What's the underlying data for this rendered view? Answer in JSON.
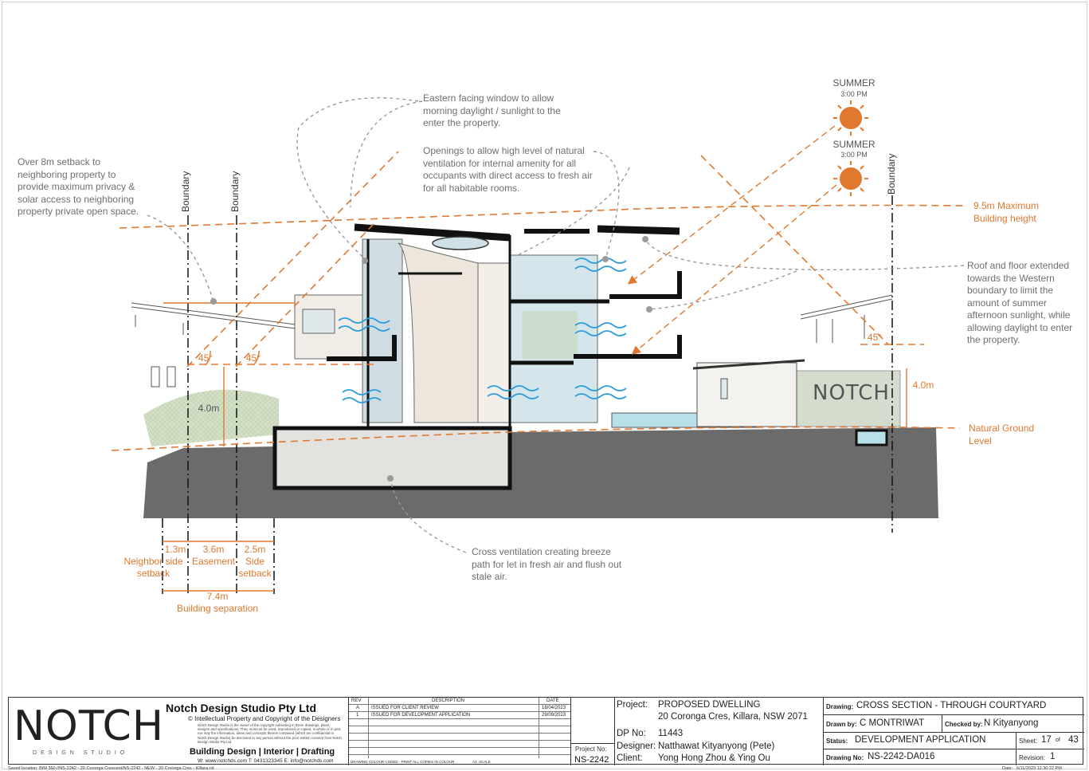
{
  "colors": {
    "orange": "#e0782f",
    "grey_text": "#6f6f6f",
    "ground": "#6b6b6b",
    "sun": "#e0782f",
    "air_arrows": "#2a9de0"
  },
  "annotations": {
    "setback_note": "Over 8m setback to neighboring property to provide maximum privacy & solar access to neighboring property private open space.",
    "eastern_window": "Eastern facing window to allow morning daylight / sunlight to the enter the property.",
    "openings": "Openings to allow high level of natural ventilation for internal amenity for all occupants with direct access to fresh air for all habitable rooms.",
    "roof_floor": "Roof and floor extended towards the Western boundary to limit the amount of summer afternoon sunlight, while allowing daylight to enter the property.",
    "cross_vent": "Cross ventilation creating breeze path for let in fresh air and flush out stale air.",
    "max_height": "9.5m Maximum Building height",
    "natural_ground": "Natural Ground Level"
  },
  "sun": [
    {
      "label": "SUMMER",
      "time": "3:00 PM"
    },
    {
      "label": "SUMMER",
      "time": "3:00 PM"
    }
  ],
  "boundary_label": "Boundary",
  "dimensions": {
    "angle_left_1": "45°",
    "angle_left_2": "45°",
    "angle_right": "45°",
    "height_left": "4.0m",
    "height_right": "4.0m",
    "d1": "1.3m",
    "d2": "3.6m",
    "d3": "2.5m",
    "d1_label": "Neighbor side setback",
    "d2_label": "Easement",
    "d3_label": "Side setback",
    "total": "7.4m",
    "total_label": "Building separation"
  },
  "signage": "NOTCH",
  "title_block": {
    "logo": "NOTCH",
    "logo_sub": "DESIGN STUDIO",
    "company": "Notch Design Studio Pty Ltd",
    "copyright": "© Intellectual Property and Copyright of the Designers",
    "fine_print": "Notch Design Studio is the owner of the copyright subsisting in these drawings, plans, designs and specifications. They must not be used, reproduced or copied, in whole or in part, nor may the information, ideas and concepts therein contained (which are confidential to Notch Design Studio) be disclosed to any person without the prior written consent from Notch Design Studio Pty Ltd.",
    "services": "Building Design | Interior | Drafting",
    "contact": "W: www.notchds.com  T: 0431323345  E: info@notchds.com",
    "rev_headers": {
      "rev": "REV",
      "description": "DESCRIPTION",
      "date": "DATE"
    },
    "revisions": [
      {
        "rev": "A",
        "description": "ISSUED FOR CLIENT REVIEW",
        "date": "18/04/2023"
      },
      {
        "rev": "1",
        "description": "ISSUED FOR DEVELOPMENT APPLICATION",
        "date": "29/09/2023"
      }
    ],
    "colour_note": "DRAWING COLOUR CODED - PRINT ALL COPIES IN COLOUR",
    "paper": "A3",
    "scale_label": "SCALE",
    "project_no_label": "Project No:",
    "project_no": "NS-2242",
    "project_label": "Project:",
    "project": "PROPOSED DWELLING",
    "address": "20 Coronga Cres, Killara, NSW 2071",
    "dp_label": "DP No:",
    "dp": "11443",
    "designer_label": "Designer:",
    "designer": "Natthawat Kityanyong (Pete)",
    "client_label": "Client:",
    "client": "Yong Hong Zhou & Ying Ou",
    "drawing_label": "Drawing:",
    "drawing": "CROSS SECTION - THROUGH COURTYARD",
    "drawn_by_label": "Drawn by:",
    "drawn_by": "C MONTRIWAT",
    "checked_by_label": "Checked by:",
    "checked_by": "N Kityanyong",
    "status_label": "Status:",
    "status": "DEVELOPMENT APPLICATION",
    "sheet_label": "Sheet:",
    "sheet": "17",
    "of_label": "of",
    "sheet_total": "43",
    "drawing_no_label": "Drawing No:",
    "drawing_no": "NS-2242-DA016",
    "revision_label": "Revision:",
    "revision": "1",
    "saved_location": "Saved location:  BIM 360://NS-2242 - 20 Coronga Crescent/NS-2242 - NEW - 20 Coronga Cres - Killara.rvt",
    "date_label": "Date:",
    "date": "6/11/2023 12:30:22 PM"
  }
}
